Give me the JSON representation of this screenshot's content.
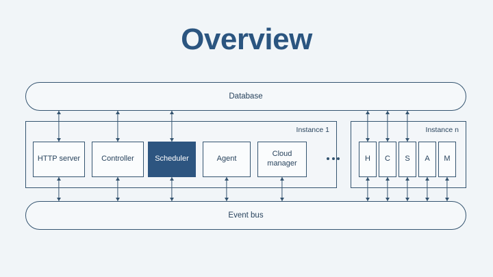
{
  "page": {
    "title": "Overview",
    "background_color": "#f1f5f8",
    "accent_color": "#2d5580",
    "line_color": "#33536f",
    "text_color": "#27425c"
  },
  "buses": {
    "top": {
      "label": "Database"
    },
    "bottom": {
      "label": "Event bus"
    }
  },
  "instances": [
    {
      "label": "Instance 1",
      "components": [
        {
          "label": "HTTP server",
          "highlighted": false,
          "connects_database": true,
          "connects_event_bus": true
        },
        {
          "label": "Controller",
          "highlighted": false,
          "connects_database": true,
          "connects_event_bus": true
        },
        {
          "label": "Scheduler",
          "highlighted": true,
          "connects_database": true,
          "connects_event_bus": true
        },
        {
          "label": "Agent",
          "highlighted": false,
          "connects_database": false,
          "connects_event_bus": true
        },
        {
          "label": "Cloud manager",
          "highlighted": false,
          "connects_database": false,
          "connects_event_bus": true
        }
      ]
    },
    {
      "label": "Instance n",
      "components": [
        {
          "label": "H",
          "highlighted": false,
          "connects_database": true,
          "connects_event_bus": true
        },
        {
          "label": "C",
          "highlighted": false,
          "connects_database": true,
          "connects_event_bus": true
        },
        {
          "label": "S",
          "highlighted": false,
          "connects_database": true,
          "connects_event_bus": true
        },
        {
          "label": "A",
          "highlighted": false,
          "connects_database": false,
          "connects_event_bus": true
        },
        {
          "label": "M",
          "highlighted": false,
          "connects_database": false,
          "connects_event_bus": true
        }
      ]
    }
  ],
  "ellipsis": {
    "label": "more instances"
  }
}
